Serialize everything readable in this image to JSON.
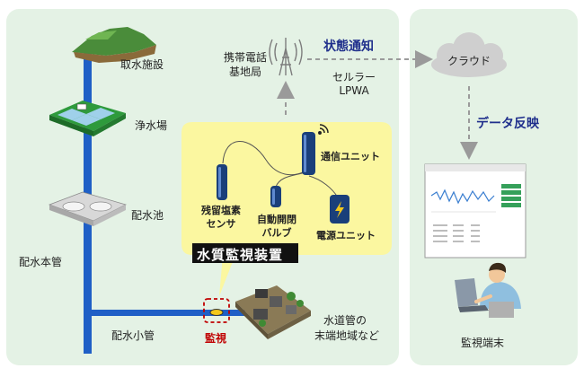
{
  "labels": {
    "intake": "取水施設",
    "purification": "浄水場",
    "distribution_reservoir": "配水池",
    "main_pipe": "配水本管",
    "small_pipe": "配水小管",
    "monitor": "監視",
    "end_area_line1": "水道管の",
    "end_area_line2": "末端地域など",
    "base_station_line1": "携帯電話",
    "base_station_line2": "基地局",
    "status_notify": "状態通知",
    "cellular": "セルラー",
    "lpwa": "LPWA",
    "cloud": "クラウド",
    "data_reflect": "データ反映",
    "monitor_terminal": "監視端末",
    "device_title": "水質監視装置",
    "comm_unit": "通信ユニット",
    "chlorine_sensor_line1": "残留塩素",
    "chlorine_sensor_line2": "センサ",
    "auto_valve_line1": "自動開閉",
    "auto_valve_line2": "バルブ",
    "power_unit": "電源ユニット"
  },
  "colors": {
    "left_panel": "#e4f2e5",
    "right_panel": "#e4f2e5",
    "device_bubble": "#fbf7a0",
    "pipe": "#1f5fc6",
    "accent_navy": "#1f2f8c",
    "monitor_red": "#c00000"
  },
  "icons": [
    "mountain-icon",
    "purification-plant-icon",
    "reservoir-tanks-icon",
    "antenna-tower-icon",
    "cloud-icon",
    "dashboard-screen-icon",
    "operator-person-icon",
    "houses-icon",
    "sensor-icon",
    "valve-icon",
    "comm-unit-icon",
    "power-unit-icon",
    "wifi-signal-icon"
  ]
}
